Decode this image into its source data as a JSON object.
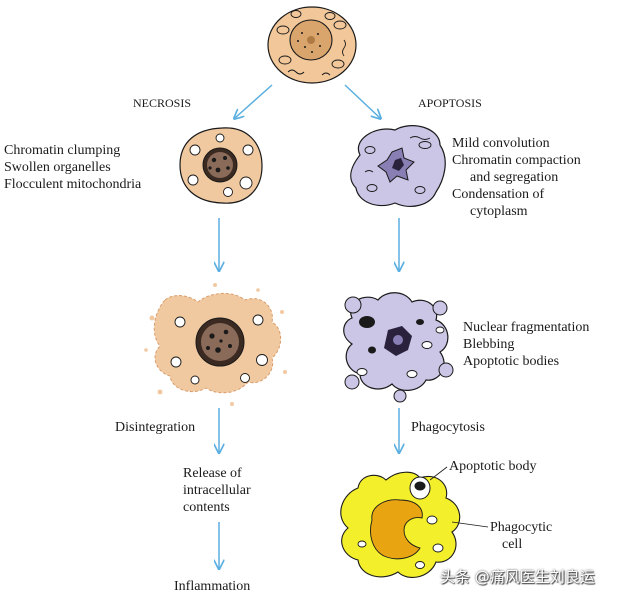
{
  "colors": {
    "arrow": "#5aaee0",
    "normal_cell": "#f2c79a",
    "necrotic_cell": "#f1c9a0",
    "apoptotic_cell": "#cbc5e6",
    "phagocyte": "#f3ef2a",
    "ink": "#1a1a1a"
  },
  "necrosis": {
    "title": "NECROSIS",
    "features": [
      "Chromatin clumping",
      "Swollen organelles",
      "Flocculent mitochondria"
    ],
    "step1": "Disintegration",
    "release": [
      "Release of",
      "intracellular",
      "contents"
    ],
    "outcome": "Inflammation"
  },
  "apoptosis": {
    "title": "APOPTOSIS",
    "features": [
      "Mild convolution",
      "Chromatin compaction",
      "and segregation",
      "Condensation of",
      "cytoplasm"
    ],
    "features2": [
      "Nuclear fragmentation",
      "Blebbing",
      "Apoptotic bodies"
    ],
    "step1": "Phagocytosis",
    "body_label": "Apoptotic body",
    "phagocyte_label": [
      "Phagocytic",
      "cell"
    ]
  },
  "watermark": "头条 @痛风医生刘良运"
}
